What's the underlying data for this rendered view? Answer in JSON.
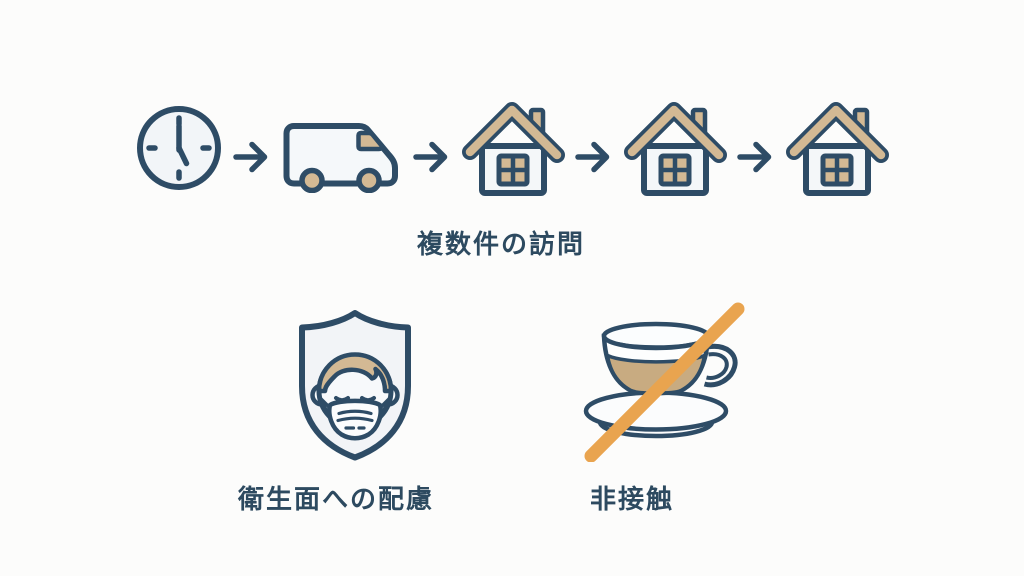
{
  "page": {
    "background_color": "#fcfcfb"
  },
  "palette": {
    "navy_outline": "#2e4c66",
    "tan_accent": "#d3b994",
    "coffee_fill": "#c8ab81",
    "icon_light_fill": "#f2f5f8",
    "prohibition_orange": "#e9a44f",
    "text_color": "#2d4a60"
  },
  "flow": {
    "caption": "複数件の訪問",
    "sequence": [
      "clock-icon",
      "arrow-right-icon",
      "delivery-van-icon",
      "arrow-right-icon",
      "house-icon",
      "arrow-right-icon",
      "house-icon",
      "arrow-right-icon",
      "house-icon"
    ]
  },
  "features": [
    {
      "icon": "mask-shield-icon",
      "label": "衛生面への配慮"
    },
    {
      "icon": "no-contact-cup-icon",
      "label": "非接触"
    }
  ]
}
